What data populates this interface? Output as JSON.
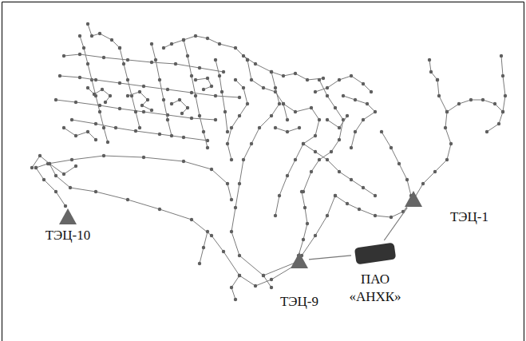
{
  "diagram": {
    "nodes": [
      {
        "text": [
          "ТЭЦ-10"
        ]
      },
      {
        "text": [
          "ТЭЦ-9"
        ]
      },
      {
        "text": [
          "ПАО «АНХК»"
        ]
      },
      {
        "text": [
          "ТЭЦ-1"
        ]
      }
    ],
    "edges": [
      {
        "from": 1,
        "to": 2,
        "arrow": "none"
      },
      {
        "from": 2,
        "to": 3,
        "arrow": "none"
      }
    ]
  }
}
